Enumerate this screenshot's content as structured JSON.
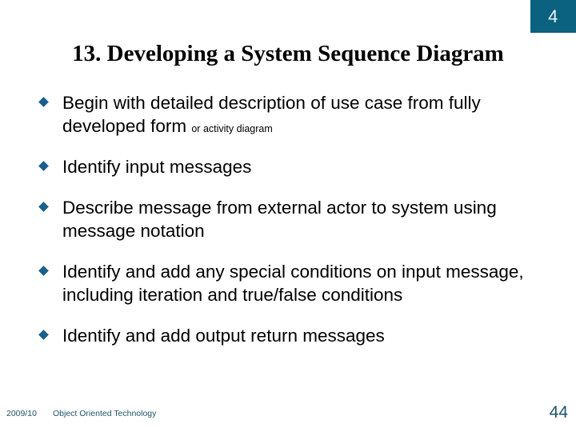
{
  "slide": {
    "corner_number": "4",
    "title": "13. Developing a System Sequence Diagram",
    "accent_color": "#0b6180",
    "bullet_color": "#1b5f8c",
    "footer_color": "#1d5566",
    "bullets": [
      {
        "text": "Begin with detailed description of use case from fully developed form ",
        "subnote": "or activity diagram"
      },
      {
        "text": "Identify input messages",
        "subnote": ""
      },
      {
        "text": "Describe message from external actor to system using message notation",
        "subnote": ""
      },
      {
        "text": "Identify and add any special conditions on input message, including iteration and true/false conditions",
        "subnote": ""
      },
      {
        "text": "Identify and add output return messages",
        "subnote": ""
      }
    ],
    "footer": {
      "date": "2009/10",
      "subject": "Object Oriented Technology",
      "page_number": "44"
    }
  }
}
